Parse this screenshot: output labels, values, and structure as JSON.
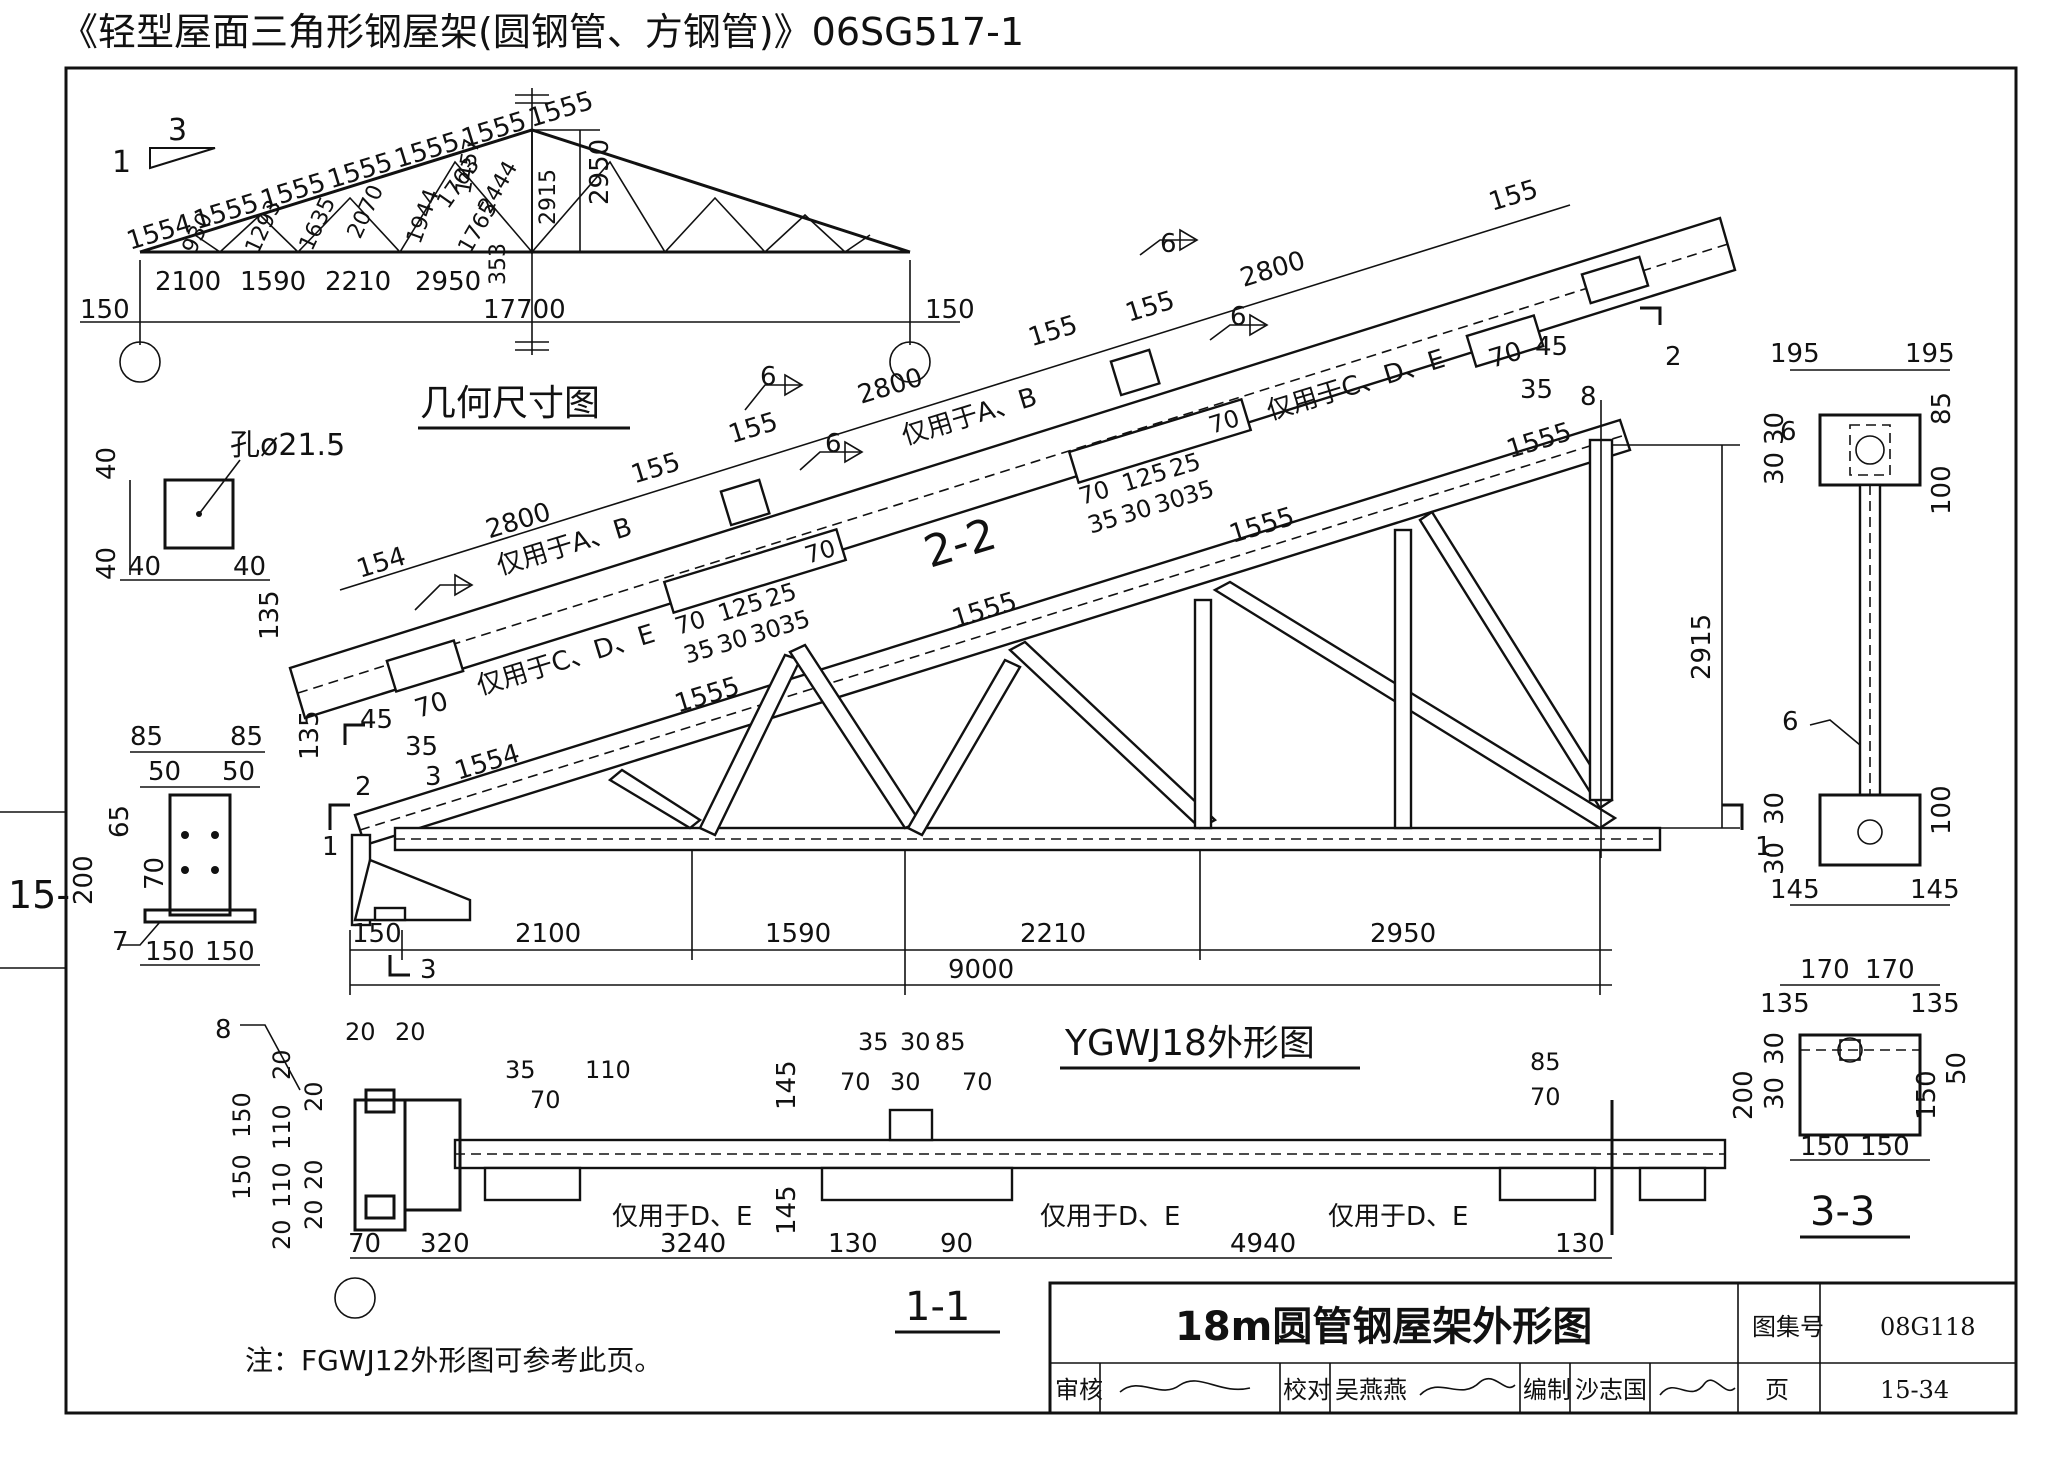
{
  "header": {
    "publication": "《轻型屋面三角形钢屋架(圆钢管、方钢管)》06SG517-1",
    "page_tab": "15-"
  },
  "geometry_diagram": {
    "title": "几何尺寸图",
    "slope_rise": "1",
    "slope_run": "3",
    "top_chord_panels": [
      "1554",
      "1555",
      "1555",
      "1555",
      "1555",
      "1555",
      "1555"
    ],
    "web_lengths": [
      "930",
      "1293",
      "1635",
      "2070",
      "1944",
      "1763",
      "1765",
      "1457",
      "2444",
      "2915",
      "353"
    ],
    "bottom_segments": [
      "2100",
      "1590",
      "2210",
      "2950"
    ],
    "height": "2950",
    "span": "17700",
    "end_left": "150",
    "end_right": "150"
  },
  "hole_detail": {
    "label": "孔ø21.5",
    "dims": [
      "40",
      "40",
      "40",
      "40"
    ]
  },
  "elevation": {
    "title": "YGWJ18外形图",
    "section_2_2": "2-2",
    "top_chord_panels": [
      "1554",
      "1555",
      "1555",
      "1555",
      "1555"
    ],
    "upper_dims": [
      "154",
      "2800",
      "155",
      "155",
      "2800",
      "155",
      "155",
      "2800",
      "155"
    ],
    "purlin_notes": [
      "仅用于A、B",
      "仅用于C、D、E",
      "仅用于A、B",
      "仅用于C、D、E"
    ],
    "weld_marks": [
      "6",
      "6",
      "6",
      "6",
      "6",
      "8"
    ],
    "clip_dims_1": [
      "70",
      "125",
      "25",
      "70",
      "35",
      "30",
      "30",
      "35"
    ],
    "clip_dims_2": [
      "70",
      "125",
      "25",
      "70",
      "35",
      "30",
      "30",
      "35"
    ],
    "end_dims": [
      "135",
      "135",
      "45",
      "70",
      "35",
      "70",
      "45",
      "35"
    ],
    "height": "2915",
    "bottom_segments": [
      "150",
      "2100",
      "1590",
      "2210",
      "2950"
    ],
    "half_span": "9000",
    "section_marks": [
      "1",
      "1",
      "2",
      "2",
      "3",
      "3"
    ]
  },
  "section_3_3_top": {
    "dims": [
      "195",
      "195",
      "30",
      "30",
      "85",
      "100",
      "30",
      "30",
      "100",
      "145",
      "145"
    ],
    "weld": "6"
  },
  "bearing_detail": {
    "dims": [
      "85",
      "85",
      "50",
      "50",
      "65",
      "200",
      "70",
      "150",
      "150"
    ],
    "weld": "7"
  },
  "plan_1_1": {
    "title": "1-1",
    "weld": "8",
    "top_dims": [
      "20",
      "20",
      "35",
      "110",
      "35",
      "30",
      "85",
      "70",
      "30",
      "70",
      "85",
      "70",
      "70"
    ],
    "left_dims": [
      "20",
      "20",
      "150",
      "110",
      "20",
      "150",
      "110",
      "20",
      "20"
    ],
    "side_dims": [
      "145",
      "145"
    ],
    "notes": [
      "仅用于D、E",
      "仅用于D、E",
      "仅用于D、E"
    ],
    "bottom_dims": [
      "70",
      "320",
      "3240",
      "130",
      "90",
      "4940",
      "130"
    ]
  },
  "section_3_3": {
    "title": "3-3",
    "dims": [
      "170",
      "170",
      "135",
      "135",
      "30",
      "30",
      "200",
      "50",
      "150",
      "150",
      "150"
    ]
  },
  "note": "注：FGWJ12外形图可参考此页。",
  "title_block": {
    "drawing_title": "18m圆管钢屋架外形图",
    "atlas_label": "图集号",
    "atlas_no": "08G118",
    "review_label": "审核",
    "check_label": "校对",
    "checker": "吴燕燕",
    "draw_label": "编制",
    "drafter": "沙志国",
    "page_label": "页",
    "page_no": "15-34"
  }
}
